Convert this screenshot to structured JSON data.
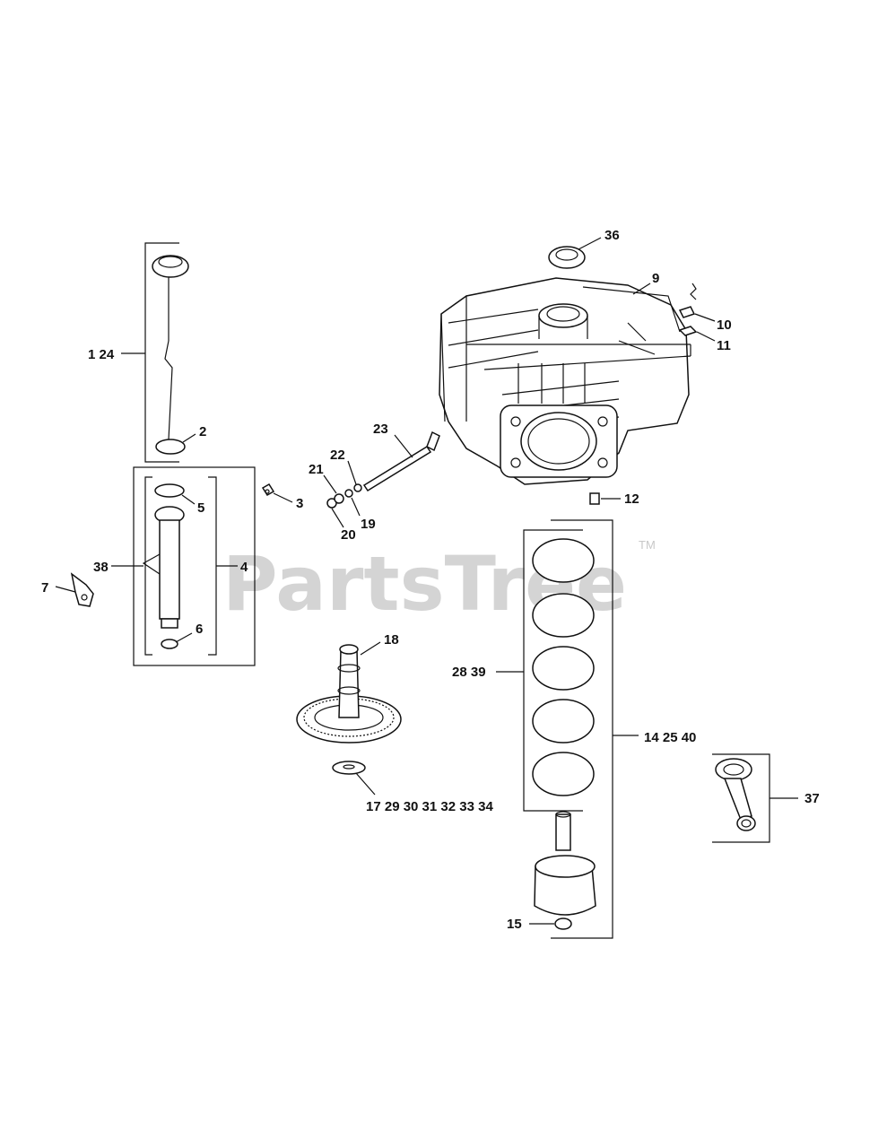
{
  "watermark": {
    "text": "PartsTree",
    "trademark": "TM"
  },
  "labels": {
    "p36": "36",
    "p9": "9",
    "p10": "10",
    "p11": "11",
    "p1_24": "1 24",
    "p2": "2",
    "p23": "23",
    "p22": "22",
    "p21": "21",
    "p19": "19",
    "p20": "20",
    "p3": "3",
    "p12": "12",
    "p5": "5",
    "p38": "38",
    "p4": "4",
    "p7": "7",
    "p6": "6",
    "p18": "18",
    "p28_39": "28 39",
    "p14_25_40": "14 25 40",
    "p37": "37",
    "p17_34": "17 29 30 31 32 33 34",
    "p15": "15"
  }
}
